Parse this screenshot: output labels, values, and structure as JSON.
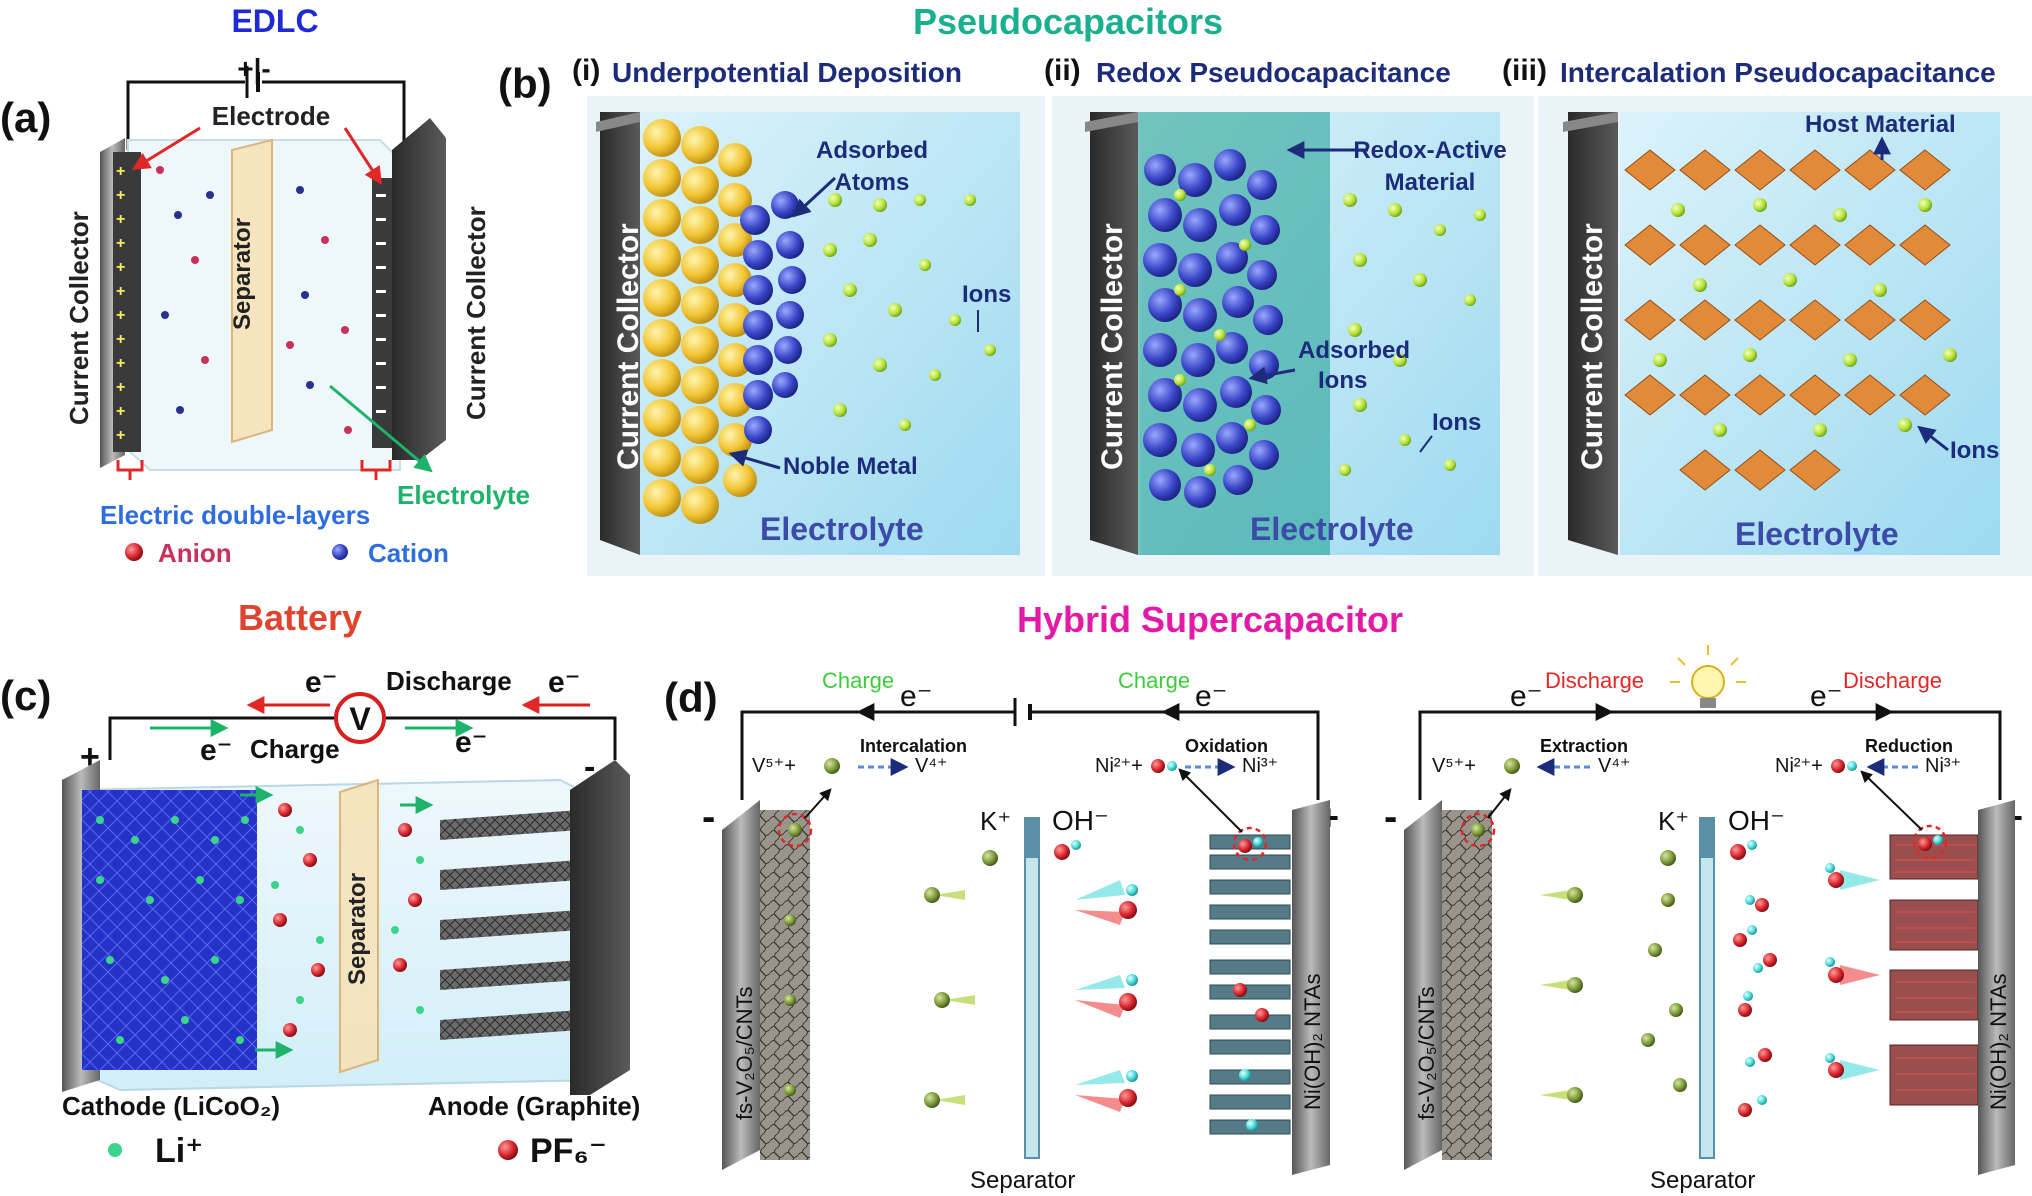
{
  "colors": {
    "edlc": "#1f2ad6",
    "pseudo": "#1aaf8e",
    "battery": "#e0442f",
    "hybrid": "#e21aa6",
    "navy": "#1d2c7a",
    "electrolyte_green": "#1db36b",
    "double_layer_blue": "#2d6de0",
    "anion": "#c9305a",
    "cation": "#27328f",
    "charge_green": "#3ccc3c",
    "discharge_red": "#e02828"
  },
  "edlc": {
    "title": "EDLC",
    "label": "(a)",
    "polarity": "+|-",
    "electrode": "Electrode",
    "separator": "Separator",
    "collector_left": "Current Collector",
    "collector_right": "Current Collector",
    "electrolyte": "Electrolyte",
    "double_layers": "Electric double-layers",
    "anion": "Anion",
    "cation": "Cation"
  },
  "pseudo": {
    "title": "Pseudocapacitors",
    "label": "(b)",
    "i": {
      "tag": "(i)",
      "title": "Underpotential Deposition",
      "collector": "Current Collector",
      "adsorbed_atoms_1": "Adsorbed",
      "adsorbed_atoms_2": "Atoms",
      "ions": "Ions",
      "noble_metal": "Noble Metal",
      "electrolyte": "Electrolyte"
    },
    "ii": {
      "tag": "(ii)",
      "title": "Redox Pseudocapacitance",
      "collector": "Current Collector",
      "redox_1": "Redox-Active",
      "redox_2": "Material",
      "adsorbed_ions_1": "Adsorbed",
      "adsorbed_ions_2": "Ions",
      "ions": "Ions",
      "electrolyte": "Electrolyte"
    },
    "iii": {
      "tag": "(iii)",
      "title": "Intercalation Pseudocapacitance",
      "collector": "Current Collector",
      "host": "Host Material",
      "ions": "Ions",
      "electrolyte": "Electrolyte"
    }
  },
  "battery": {
    "title": "Battery",
    "label": "(c)",
    "e": "e⁻",
    "discharge": "Discharge",
    "charge": "Charge",
    "voltmeter": "V",
    "plus": "+",
    "minus": "-",
    "separator": "Separator",
    "cathode": "Cathode (LiCoO₂)",
    "anode": "Anode (Graphite)",
    "li": "Li⁺",
    "pf6": "PF₆⁻"
  },
  "hybrid": {
    "title": "Hybrid Supercapacitor",
    "label": "(d)",
    "charge": "Charge",
    "discharge": "Discharge",
    "e": "e⁻",
    "plus": "+",
    "minus": "-",
    "left_cell": {
      "v_left": "V⁵⁺+",
      "v_right": "V⁴⁺",
      "process_left": "Intercalation",
      "ni_left": "Ni²⁺+",
      "ni_right": "Ni³⁺",
      "process_right": "Oxidation",
      "k": "K⁺",
      "oh": "OH⁻",
      "electrode_left": "fs-V₂O₅/CNTs",
      "electrode_right": "Ni(OH)₂ NTAs",
      "separator": "Separator"
    },
    "right_cell": {
      "v_left": "V⁵⁺+",
      "v_right": "V⁴⁺",
      "process_left": "Extraction",
      "ni_left": "Ni²⁺+",
      "ni_right": "Ni³⁺",
      "process_right": "Reduction",
      "k": "K⁺",
      "oh": "OH⁻",
      "electrode_left": "fs-V₂O₅/CNTs",
      "electrode_right": "Ni(OH)₂ NTAs",
      "separator": "Separator"
    }
  }
}
